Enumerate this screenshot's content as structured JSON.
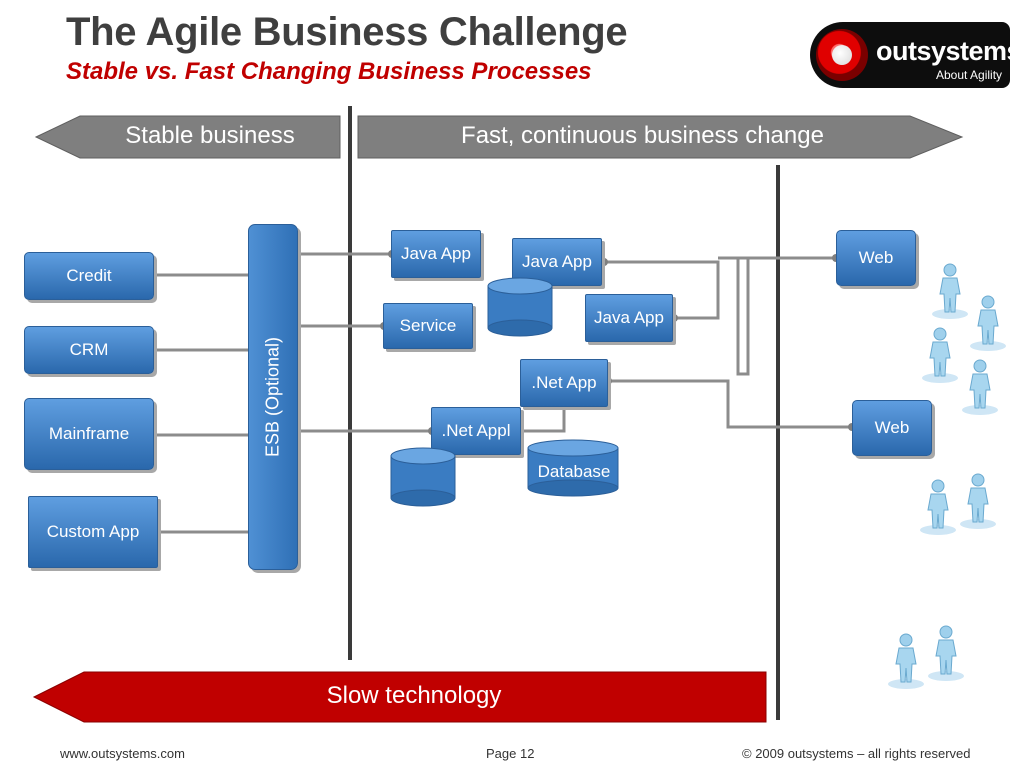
{
  "header": {
    "title": "The Agile Business Challenge",
    "subtitle": "Stable vs. Fast Changing Business Processes"
  },
  "logo": {
    "name": "outsystems",
    "registered": "®",
    "tagline": "About Agility"
  },
  "banners": {
    "stable": "Stable business",
    "fast": "Fast, continuous business change",
    "slow": "Slow technology"
  },
  "left_systems": [
    {
      "label": "Credit"
    },
    {
      "label": "CRM"
    },
    {
      "label": "Mainframe"
    },
    {
      "label": "Custom App"
    }
  ],
  "esb": {
    "label": "ESB (Optional)"
  },
  "apps": {
    "java1": "Java App",
    "java2": "Java App",
    "java3": "Java App",
    "service": "Service",
    "net_app": ".Net App",
    "net_appl": ".Net Appl",
    "database": "Database"
  },
  "web_channels": [
    {
      "label": "Web"
    },
    {
      "label": "Web"
    }
  ],
  "footer": {
    "url": "www.outsystems.com",
    "page": "Page 12",
    "copyright": "© 2009 outsystems – all rights reserved"
  },
  "colors": {
    "title": "#3f3f3f",
    "subtitle": "#c00000",
    "box_blue": "#3a7cc2",
    "banner_gray": "#7f7f7f",
    "banner_red": "#c00000",
    "connector": "#8c8c8c"
  },
  "icons": [
    "user-icon",
    "database-icon",
    "logo-mark"
  ]
}
